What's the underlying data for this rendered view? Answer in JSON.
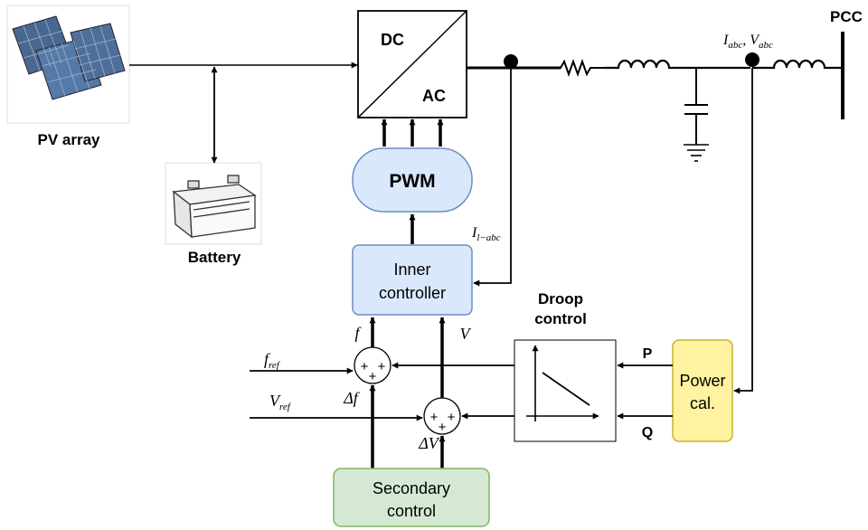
{
  "labels": {
    "pv_array": "PV array",
    "battery": "Battery",
    "dc": "DC",
    "ac": "AC",
    "pcc": "PCC",
    "pwm": "PWM",
    "inner_line1": "Inner",
    "inner_line2": "controller",
    "droop_line1": "Droop",
    "droop_line2": "control",
    "power_line1": "Power",
    "power_line2": "cal.",
    "secondary_line1": "Secondary",
    "secondary_line2": "control",
    "p": "P",
    "q": "Q",
    "f": "f",
    "v": "V",
    "f_ref_main": "f",
    "f_ref_sub": "ref",
    "v_ref_main": "V",
    "v_ref_sub": "ref",
    "delta_f": "Δf",
    "delta_v": "ΔV",
    "il_main": "I",
    "il_sub": "l−abc",
    "iabc_main": "I",
    "iabc_sub": "abc",
    "vabc_main": ", V",
    "vabc_sub": "abc",
    "plus": "+"
  },
  "colors": {
    "pwm_fill": "#dae8fc",
    "pwm_stroke": "#6c8ebf",
    "inner_fill": "#dae8fc",
    "inner_stroke": "#6c8ebf",
    "power_fill": "#fff2a0",
    "power_stroke": "#c8b230",
    "secondary_fill": "#d5e8d4",
    "secondary_stroke": "#82b366"
  }
}
